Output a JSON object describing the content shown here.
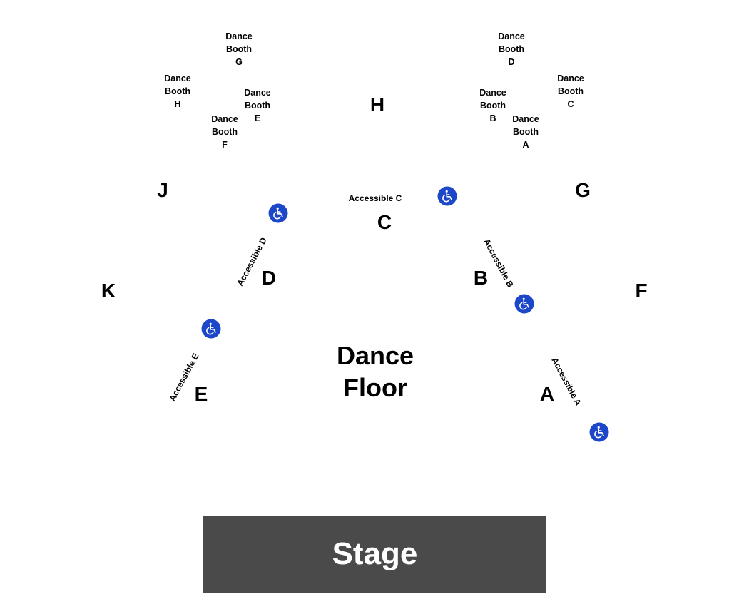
{
  "booths": {
    "g": [
      "Dance",
      "Booth",
      "G"
    ],
    "h": [
      "Dance",
      "Booth",
      "H"
    ],
    "e": [
      "Dance",
      "Booth",
      "E"
    ],
    "f": [
      "Dance",
      "Booth",
      "F"
    ],
    "d": [
      "Dance",
      "Booth",
      "D"
    ],
    "c": [
      "Dance",
      "Booth",
      "C"
    ],
    "b": [
      "Dance",
      "Booth",
      "B"
    ],
    "a": [
      "Dance",
      "Booth",
      "A"
    ]
  },
  "sections": {
    "h": "H",
    "j": "J",
    "g": "G",
    "c": "C",
    "d": "D",
    "b": "B",
    "k": "K",
    "f": "F",
    "e": "E",
    "a": "A"
  },
  "accessible": {
    "a": "Accessible A",
    "b": "Accessible B",
    "c": "Accessible C",
    "d": "Accessible D",
    "e": "Accessible E"
  },
  "dance_floor": [
    "Dance",
    "Floor"
  ],
  "stage": "Stage",
  "icons": {
    "wheelchair": "wheelchair-icon",
    "wheelchair_color": "#1d47c9"
  }
}
